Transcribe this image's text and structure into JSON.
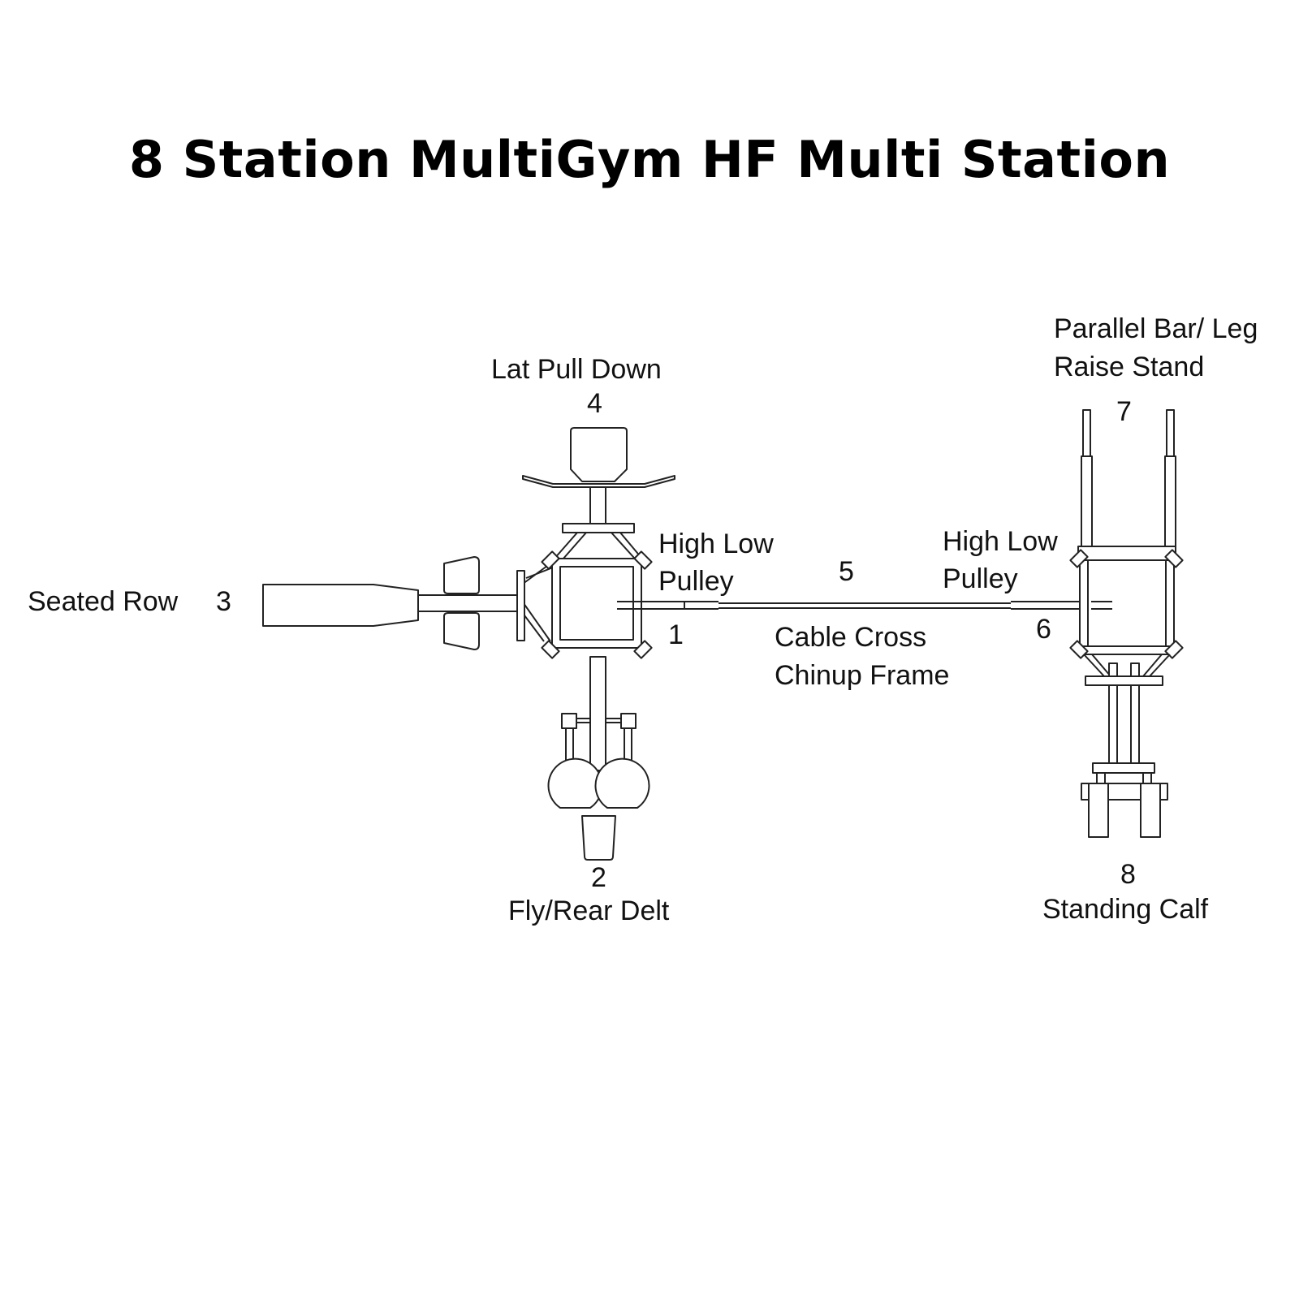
{
  "title": "8 Station MultiGym HF Multi Station",
  "labels": {
    "lat_pull_down": "Lat Pull Down",
    "lat_pull_down_num": "4",
    "seated_row": "Seated Row",
    "seated_row_num": "3",
    "high_low_pulley_left_1": "High Low",
    "high_low_pulley_left_2": "Pulley",
    "high_low_pulley_left_num": "1",
    "cable_cross_num": "5",
    "cable_cross_1": "Cable Cross",
    "cable_cross_2": "Chinup Frame",
    "high_low_pulley_right_1": "High Low",
    "high_low_pulley_right_2": "Pulley",
    "high_low_pulley_right_num": "6",
    "parallel_bar_1": "Parallel Bar/ Leg",
    "parallel_bar_2": "Raise Stand",
    "parallel_bar_num": "7",
    "fly_rear_delt_num": "2",
    "fly_rear_delt": "Fly/Rear Delt",
    "standing_calf_num": "8",
    "standing_calf": "Standing Calf"
  },
  "stations": [
    {
      "number": 1,
      "name": "High Low Pulley"
    },
    {
      "number": 2,
      "name": "Fly/Rear Delt"
    },
    {
      "number": 3,
      "name": "Seated Row"
    },
    {
      "number": 4,
      "name": "Lat Pull Down"
    },
    {
      "number": 5,
      "name": "Cable Cross Chinup Frame"
    },
    {
      "number": 6,
      "name": "High Low Pulley"
    },
    {
      "number": 7,
      "name": "Parallel Bar/ Leg Raise Stand"
    },
    {
      "number": 8,
      "name": "Standing Calf"
    }
  ]
}
